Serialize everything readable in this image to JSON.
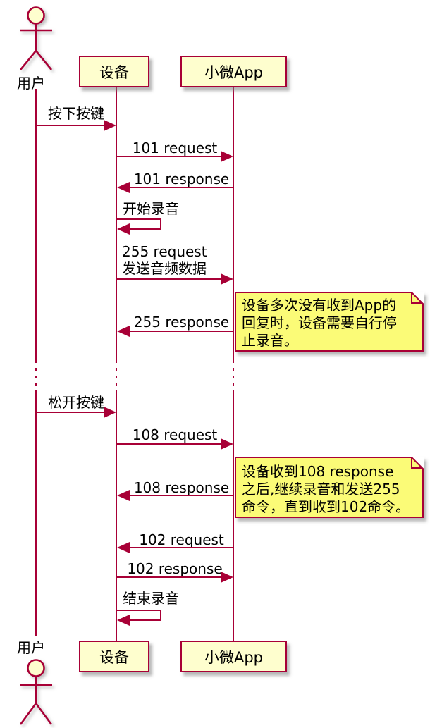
{
  "diagram_type": "sequence",
  "colors": {
    "line": "#A80036",
    "participant_fill": "#FEFECE",
    "note_fill": "#FBFB77",
    "text": "#000000",
    "background": "#ffffff"
  },
  "actor": {
    "top_label": "用户",
    "bottom_label": "用户"
  },
  "participants": {
    "device": {
      "top_label": "设备",
      "bottom_label": "设备"
    },
    "app": {
      "top_label": "小微App",
      "bottom_label": "小微App"
    }
  },
  "messages": {
    "press_button": "按下按键",
    "req101": "101 request",
    "resp101": "101 response",
    "start_recording": "开始录音",
    "req255_line1": "255 request",
    "req255_line2": "发送音频数据",
    "resp255": "255 response",
    "release_button": "松开按键",
    "req108": "108 request",
    "resp108": "108 response",
    "req102": "102 request",
    "resp102": "102 response",
    "stop_recording": "结束录音"
  },
  "notes": {
    "note1": {
      "line1": "设备多次没有收到App的",
      "line2": "回复时，设备需要自行停",
      "line3": "止录音。"
    },
    "note2": {
      "line1": "设备收到108 response",
      "line2": "之后,继续录音和发送255",
      "line3": "命令，直到收到102命令。"
    }
  }
}
